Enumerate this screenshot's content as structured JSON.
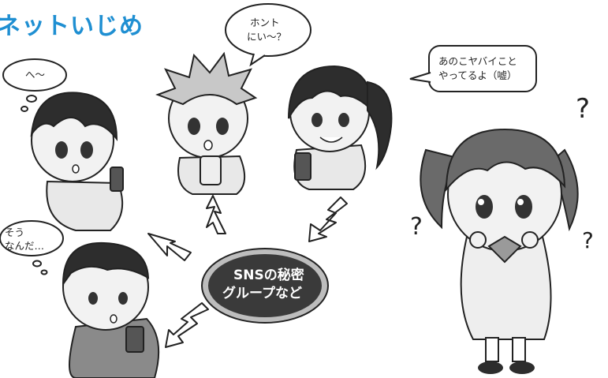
{
  "title": "ネットいじめ",
  "center_label": {
    "line1": "SNSの秘密",
    "line2": "グループなど"
  },
  "bubbles": {
    "boy_left": "へ〜",
    "boy_top": {
      "line1": "ホント",
      "line2": "にい〜？"
    },
    "girl_ponytail": {
      "line1": "あのこヤバイこと",
      "line2": "やってるよ（嘘）"
    },
    "man_bottom": {
      "line1": "そう",
      "line2": "なんだ…"
    }
  },
  "marks": {
    "question": "?"
  },
  "colors": {
    "title": "#1f8fd2",
    "center_fill": "#3a3a3a",
    "outline": "#222222"
  }
}
